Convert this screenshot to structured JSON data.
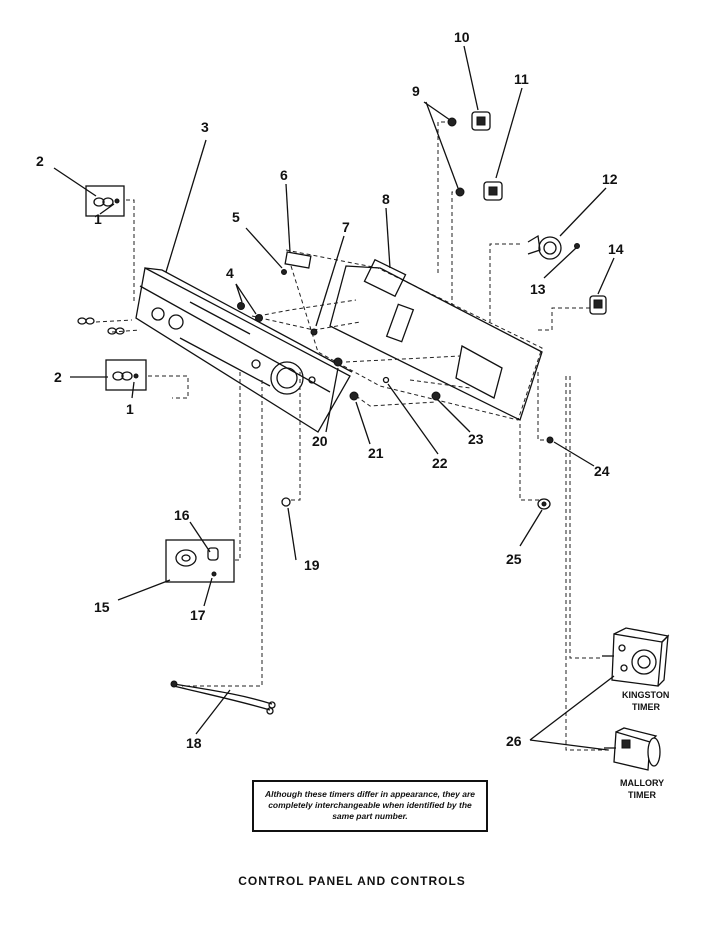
{
  "diagram": {
    "caption": "CONTROL PANEL AND CONTROLS",
    "note": "Although these timers differ in appearance, they are completely interchangeable when identified by the same part number.",
    "timer_labels": {
      "kingston_1": "KINGSTON",
      "kingston_2": "TIMER",
      "mallory_1": "MALLORY",
      "mallory_2": "TIMER"
    },
    "part_numbers": [
      "1",
      "2",
      "3",
      "4",
      "5",
      "6",
      "7",
      "8",
      "9",
      "10",
      "11",
      "12",
      "13",
      "14",
      "15",
      "16",
      "17",
      "18",
      "19",
      "20",
      "21",
      "22",
      "23",
      "24",
      "25",
      "26"
    ],
    "callouts": {
      "c1a": "1",
      "c1b": "1",
      "c2a": "2",
      "c2b": "2",
      "c3": "3",
      "c4": "4",
      "c5": "5",
      "c6": "6",
      "c7": "7",
      "c8": "8",
      "c9": "9",
      "c10": "10",
      "c11": "11",
      "c12": "12",
      "c13": "13",
      "c14": "14",
      "c15": "15",
      "c16": "16",
      "c17": "17",
      "c18": "18",
      "c19": "19",
      "c20": "20",
      "c21": "21",
      "c22": "22",
      "c23": "23",
      "c24": "24",
      "c25": "25",
      "c26": "26"
    }
  }
}
